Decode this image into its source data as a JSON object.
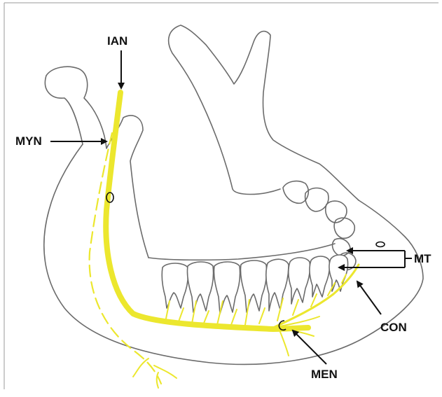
{
  "figure": {
    "labels": {
      "ian": "IAN",
      "myn": "MYN",
      "mt": "MT",
      "con": "CON",
      "men": "MEN"
    }
  },
  "colors": {
    "nerve": "#ece72e",
    "outline": "#6b6b6b",
    "arrow": "#111111",
    "background": "#ffffff"
  }
}
